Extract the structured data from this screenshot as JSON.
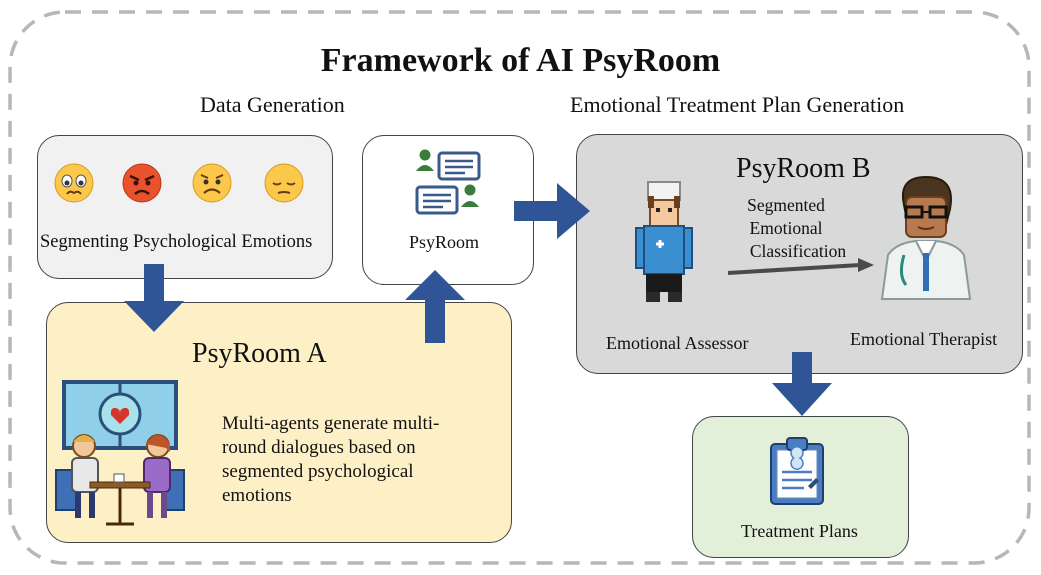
{
  "title": "Framework of AI PsyRoom",
  "sections": {
    "left": "Data Generation",
    "right": "Emotional Treatment Plan Generation"
  },
  "emotions_box": {
    "label": "Segmenting Psychological Emotions",
    "icons": [
      "worried-face-icon",
      "angry-face-icon",
      "frowning-face-icon",
      "pensive-face-icon"
    ]
  },
  "psyroom_box": {
    "label": "PsyRoom",
    "icon": "chat-dialogue-icon"
  },
  "psyroom_a": {
    "title": "PsyRoom A",
    "lines": [
      "Multi-agents generate multi-",
      "round dialogues based on",
      "segmented psychological",
      "emotions"
    ],
    "icon": "therapy-session-icon"
  },
  "psyroom_b": {
    "title": "PsyRoom B",
    "arrow_label_lines": [
      "Segmented",
      "Emotional",
      "Classification"
    ],
    "assessor": "Emotional Assessor",
    "therapist": "Emotional Therapist"
  },
  "treatment": {
    "label": "Treatment Plans",
    "icon": "clipboard-icon"
  },
  "colors": {
    "arrow": "#2f5597",
    "emotions_bg": "#f1f1f1",
    "psyroom_a_bg": "#fdf0c6",
    "psyroom_b_bg": "#d9d9d9",
    "treatment_bg": "#e2efd9",
    "dashed_border": "#b7b7b7"
  }
}
